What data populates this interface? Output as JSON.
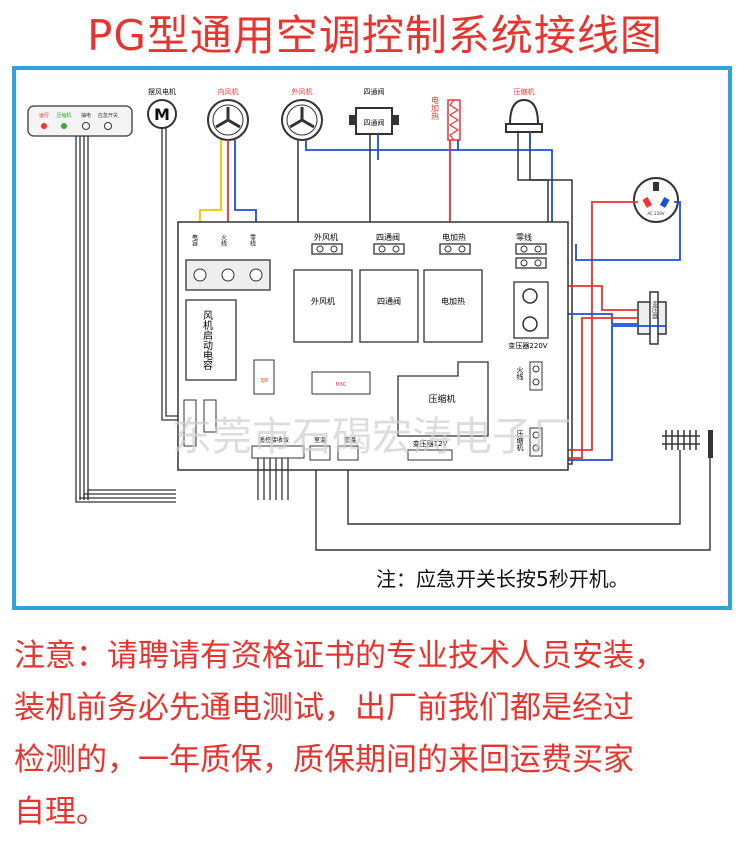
{
  "title": "PG型通用空调控制系统接线图",
  "diagram": {
    "display_panel": {
      "labels": [
        "运行",
        "压缩机",
        "抽电",
        "应急开关"
      ]
    },
    "swing_motor": {
      "label": "摆风电机",
      "symbol": "M"
    },
    "inner_fan": {
      "label": "内风机"
    },
    "outer_fan": {
      "label": "外风机"
    },
    "four_way_valve": {
      "label": "四通阀",
      "inner": "四通阀"
    },
    "electric_heater": {
      "label": "电加热"
    },
    "compressor": {
      "label": "压缩机"
    },
    "board": {
      "top_labels": [
        "外风机",
        "四通阀",
        "电加热",
        "零线"
      ],
      "cap_labels": [
        "电容",
        "火线",
        "零线"
      ],
      "relays": [
        "外风机",
        "四通阀",
        "电加热"
      ],
      "fan_cap": "风机启动电容",
      "chip_left": "3J8",
      "chip_mid": "M3C",
      "compressor_block": "压缩机",
      "transformer_220": "变压器220V",
      "live_label": "火线",
      "compressor_label": "压缩机",
      "transformer_12": "变压器12V",
      "receiver": "遥控接收板",
      "room_temp": "室温",
      "pipe_temp": "管温"
    },
    "socket_label": "AC 220V",
    "transformer": {
      "label": "变压器"
    },
    "watermark": "东莞市石碣宏涛电子厂",
    "footnote": "注：应急开关长按5秒开机。"
  },
  "notice": [
    "注意：请聘请有资格证书的专业技术人员安装，",
    "装机前务必先通电测试，出厂前我们都是经过",
    "检测的，一年质保，质保期间的来回运费买家",
    "自理。"
  ],
  "colors": {
    "accent_red": "#e8342e",
    "frame_blue": "#2ea4d8",
    "wire_blue": "#1e4fd8",
    "wire_red": "#e8342e",
    "wire_yellow": "#f2c200"
  }
}
